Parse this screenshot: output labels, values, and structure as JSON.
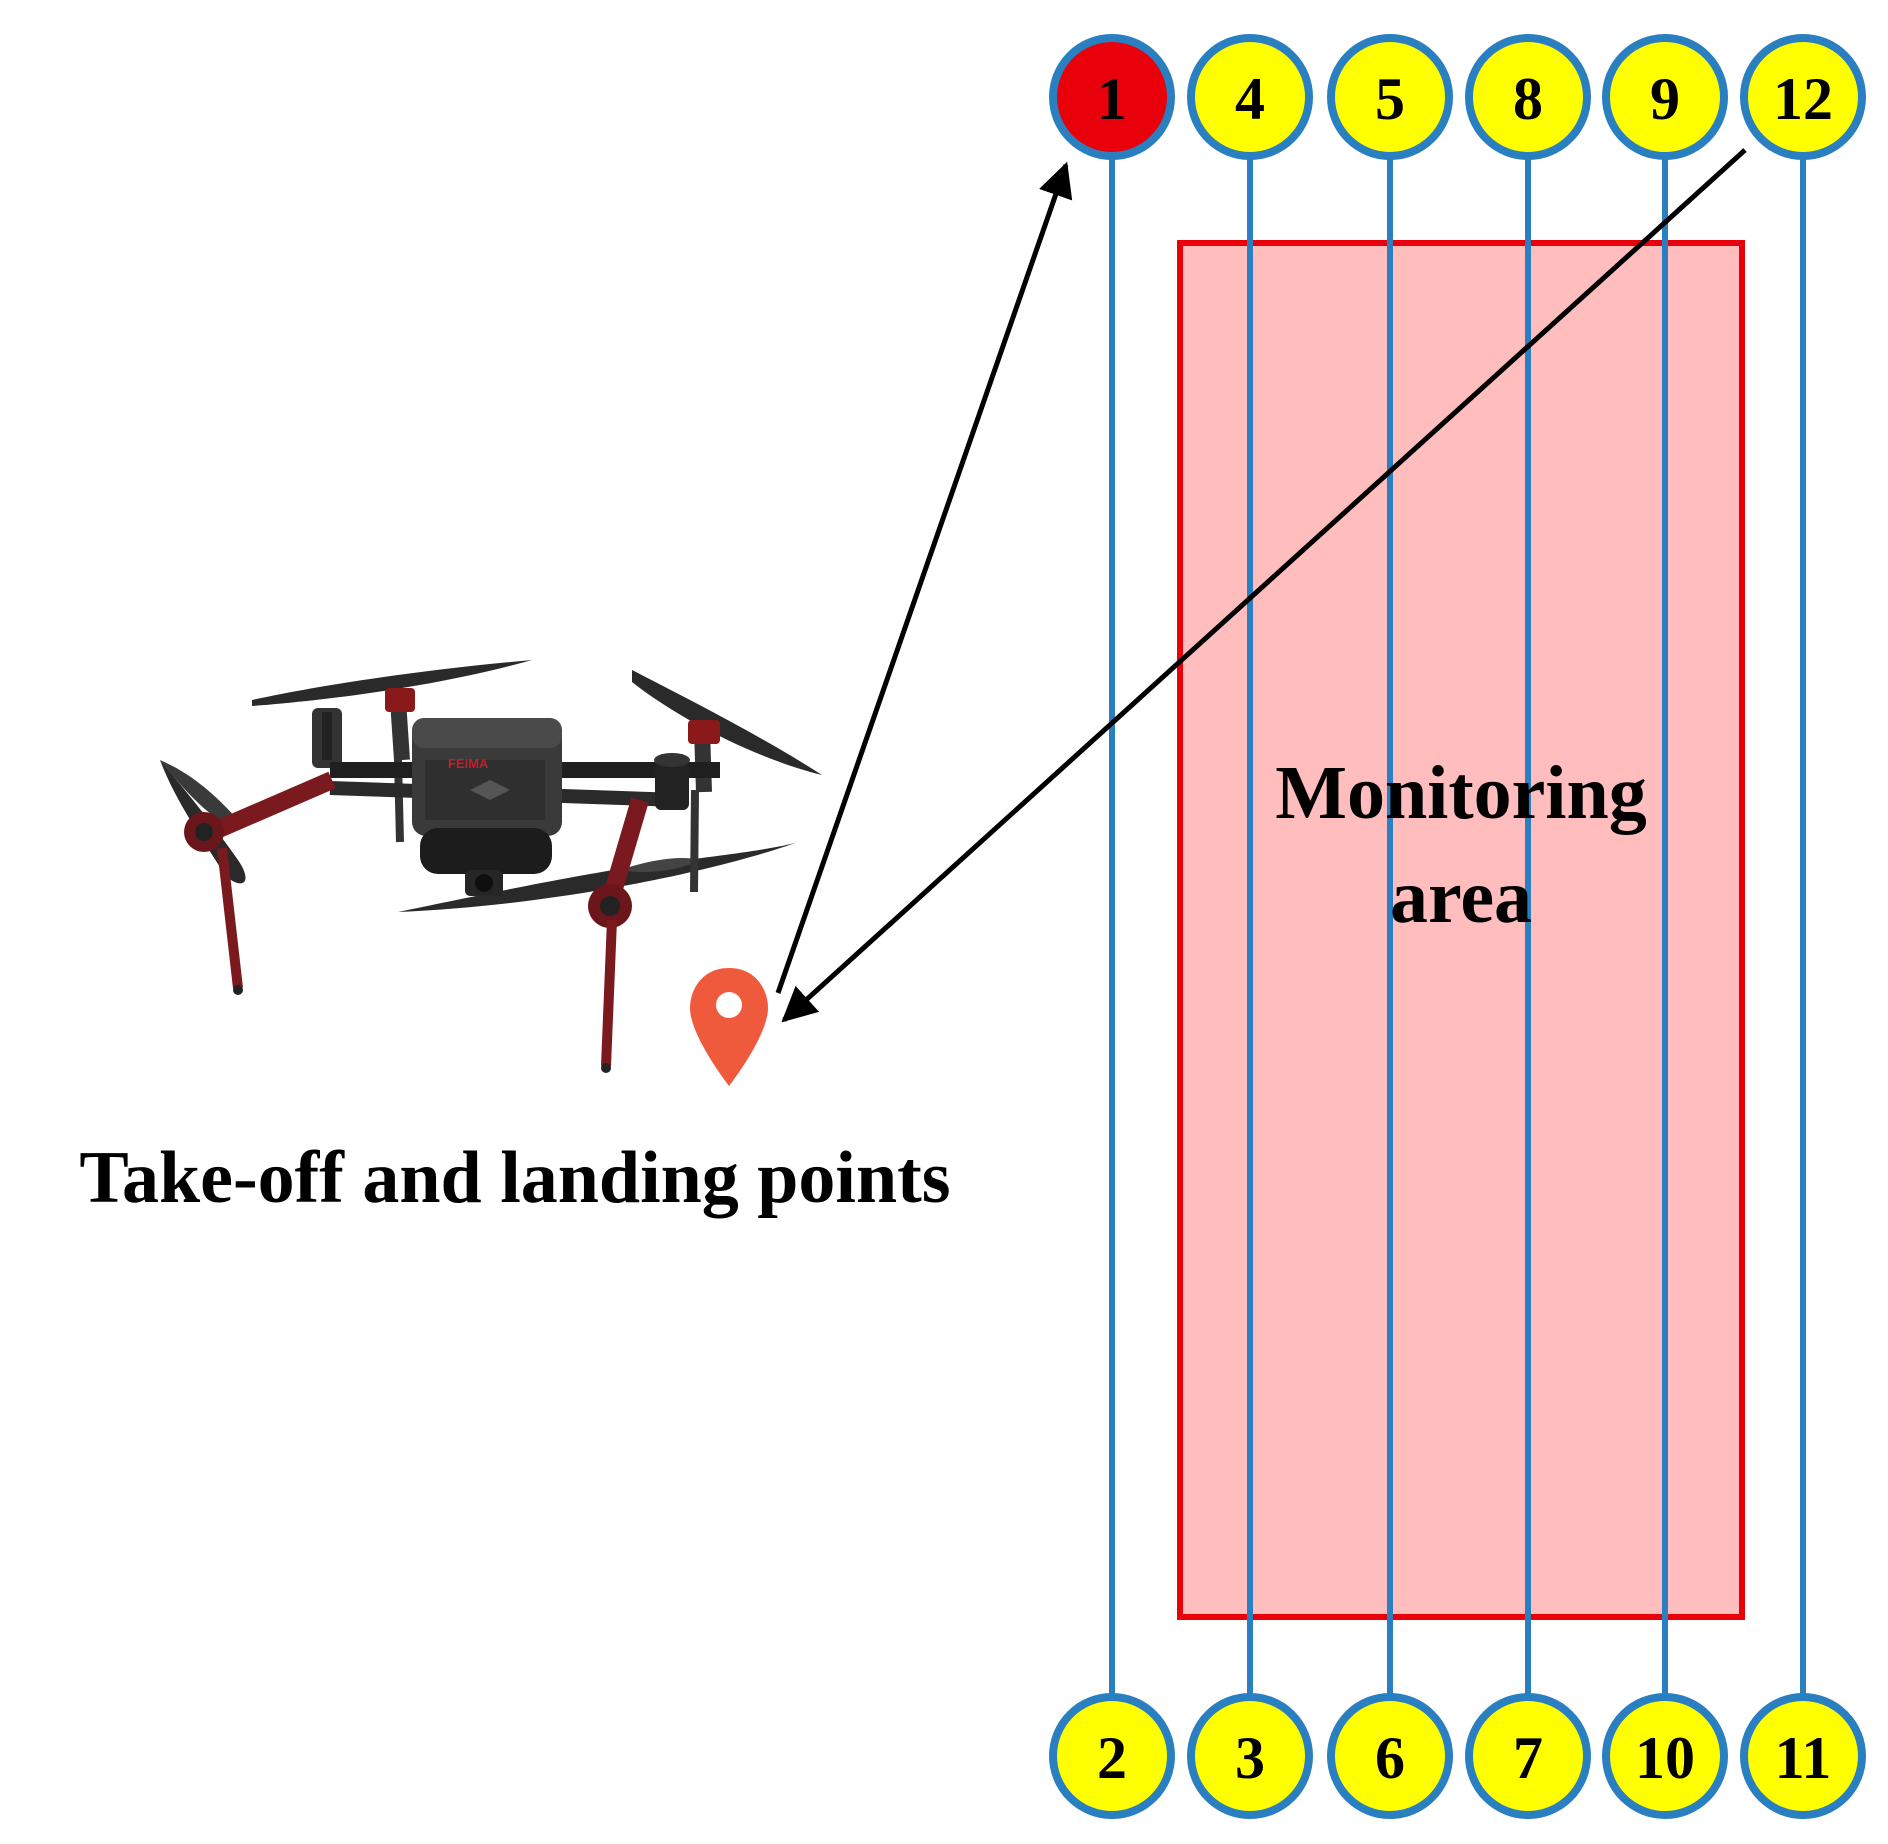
{
  "diagram": {
    "monitoring_area_label_line1": "Monitoring",
    "monitoring_area_label_line2": "area",
    "takeoff_label": "Take-off and landing points",
    "drone_brand": "FEIMA",
    "colors": {
      "flight_line": "#2a7fc1",
      "waypoint_fill": "#ffff00",
      "start_waypoint_fill": "#e8000b",
      "waypoint_border": "#2a7fc1",
      "area_fill": "#ffbdbd",
      "area_border": "#e8000b",
      "location_pin": "#f05a3c",
      "arrow": "#000000"
    },
    "waypoints_top": [
      "1",
      "4",
      "5",
      "8",
      "9",
      "12"
    ],
    "waypoints_bottom": [
      "2",
      "3",
      "6",
      "7",
      "10",
      "11"
    ],
    "start_waypoint": "1"
  }
}
